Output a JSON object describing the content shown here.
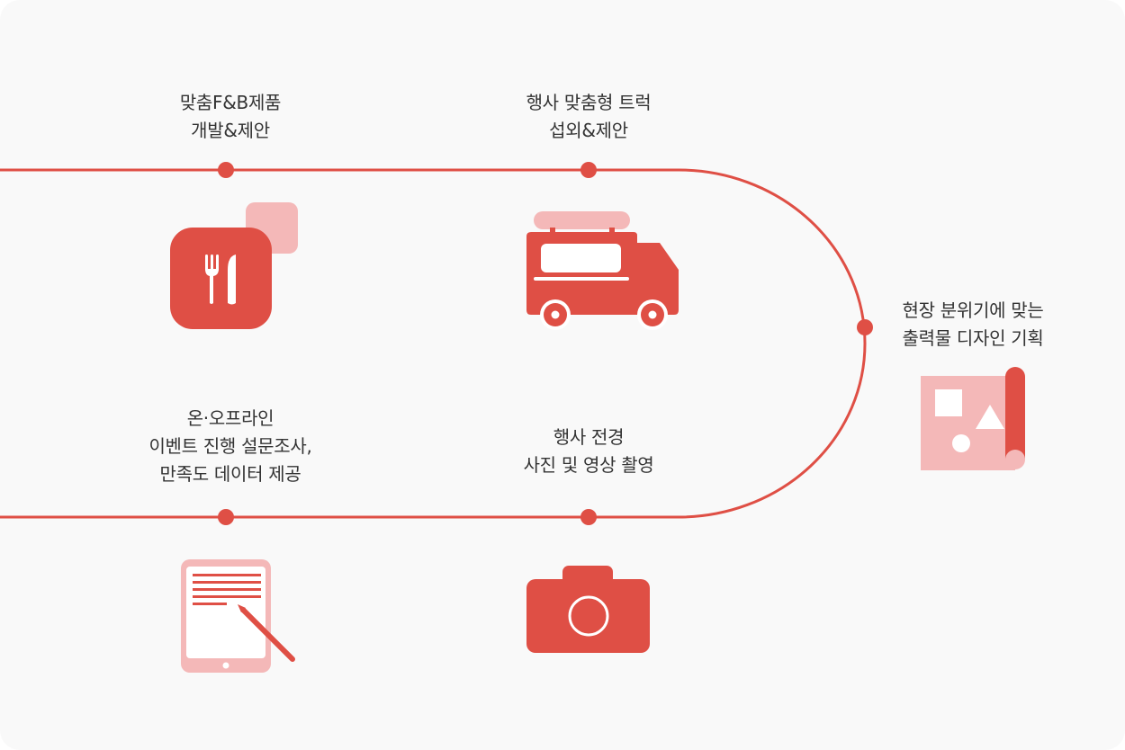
{
  "steps": [
    {
      "id": "fnb",
      "lines": [
        "맞춤F&B제품",
        "개발&제안"
      ],
      "icon": "fork-knife-icon"
    },
    {
      "id": "truck",
      "lines": [
        "행사 맞춤형 트럭",
        "섭외&제안"
      ],
      "icon": "food-truck-icon"
    },
    {
      "id": "print",
      "lines": [
        "현장 분위기에 맞는",
        "출력물 디자인 기획"
      ],
      "icon": "print-design-icon"
    },
    {
      "id": "photo",
      "lines": [
        "행사 전경",
        "사진 및 영상 촬영"
      ],
      "icon": "camera-icon"
    },
    {
      "id": "survey",
      "lines": [
        "온·오프라인",
        "이벤트 진행 설문조사,",
        "만족도 데이터 제공"
      ],
      "icon": "tablet-pen-icon"
    }
  ],
  "colors": {
    "accent": "#df4f45",
    "accent_light": "#f4b8b8",
    "background": "#f9f9f9",
    "text": "#333333"
  }
}
